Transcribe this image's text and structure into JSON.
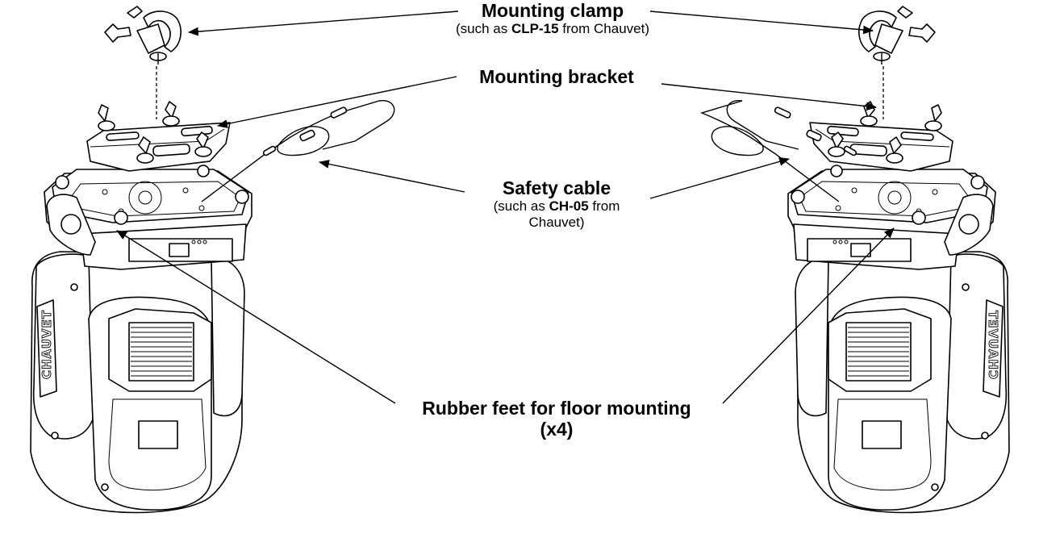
{
  "labels": {
    "mounting_clamp": {
      "title": "Mounting clamp",
      "sub_prefix": "(such as ",
      "sub_bold": "CLP-15",
      "sub_suffix": " from Chauvet)"
    },
    "mounting_bracket": {
      "title": "Mounting bracket"
    },
    "safety_cable": {
      "title": "Safety cable",
      "sub_line1_prefix": "(such as ",
      "sub_line1_bold": "CH-05",
      "sub_line1_suffix": " from",
      "sub_line2": "Chauvet)"
    },
    "rubber_feet": {
      "line1": "Rubber feet for floor mounting",
      "line2": "(x4)"
    }
  },
  "fixtures": [
    {
      "brand": "CHAUVET"
    },
    {
      "brand": "CHAUVET"
    }
  ]
}
